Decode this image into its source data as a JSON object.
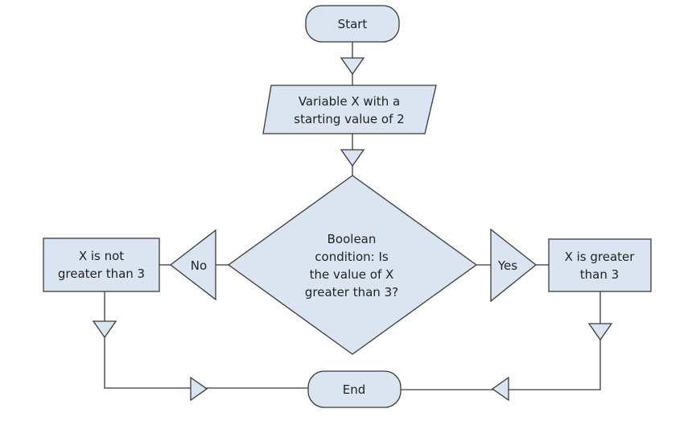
{
  "nodes": {
    "start": "Start",
    "input_line1": "Variable X with a",
    "input_line2": "starting value of 2",
    "decision_line1": "Boolean",
    "decision_line2": "condition: Is",
    "decision_line3": "the value of X",
    "decision_line4": "greater than 3?",
    "not_greater_line1": "X is not",
    "not_greater_line2": "greater than 3",
    "greater_line1": "X is greater",
    "greater_line2": "than 3",
    "end": "End"
  },
  "branches": {
    "no": "No",
    "yes": "Yes"
  },
  "colors": {
    "shape_fill": "#dbe5f1",
    "stroke": "#3a3a3a"
  }
}
